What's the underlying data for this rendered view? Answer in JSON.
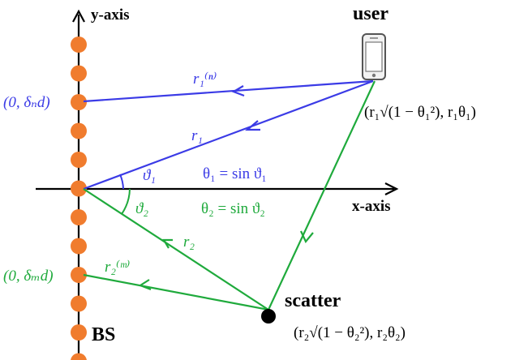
{
  "axes": {
    "y_label": "y-axis",
    "x_label": "x-axis"
  },
  "nodes": {
    "user_label": "user",
    "user_coord": "(r₁√(1 − θ₁²), r₁θ₁)",
    "scatter_label": "scatter",
    "scatter_coord": "(r₂√(1 − θ₂²), r₂θ₂)",
    "bs_label": "BS",
    "antenna_n_coord": "(0, δₙd)",
    "antenna_m_coord": "(0, δₘd)"
  },
  "paths": {
    "r1n": "r₁⁽ⁿ⁾",
    "r1": "r₁",
    "r2": "r₂",
    "r2m": "r₂⁽ᵐ⁾",
    "angle1": "ϑ₁",
    "angle2": "ϑ₂",
    "eq1": "θ₁ = sin ϑ₁",
    "eq2": "θ₂ = sin ϑ₂"
  },
  "colors": {
    "blue": "#3b3be6",
    "green": "#1faa3c",
    "orange": "#f07c2e",
    "black": "#000000"
  },
  "antenna_count": 12
}
